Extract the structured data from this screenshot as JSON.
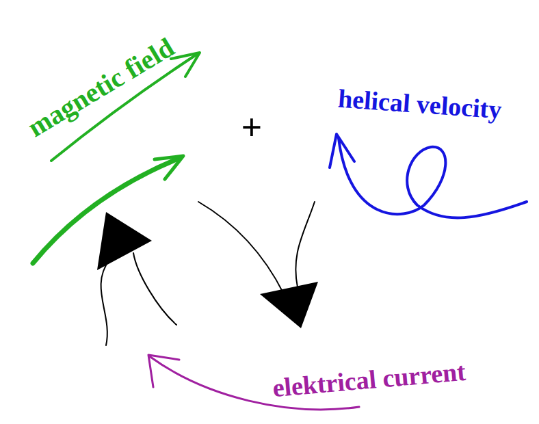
{
  "diagram": {
    "labels": [
      "magnetic field",
      "+",
      "helical velocity",
      "elektrical current"
    ]
  }
}
